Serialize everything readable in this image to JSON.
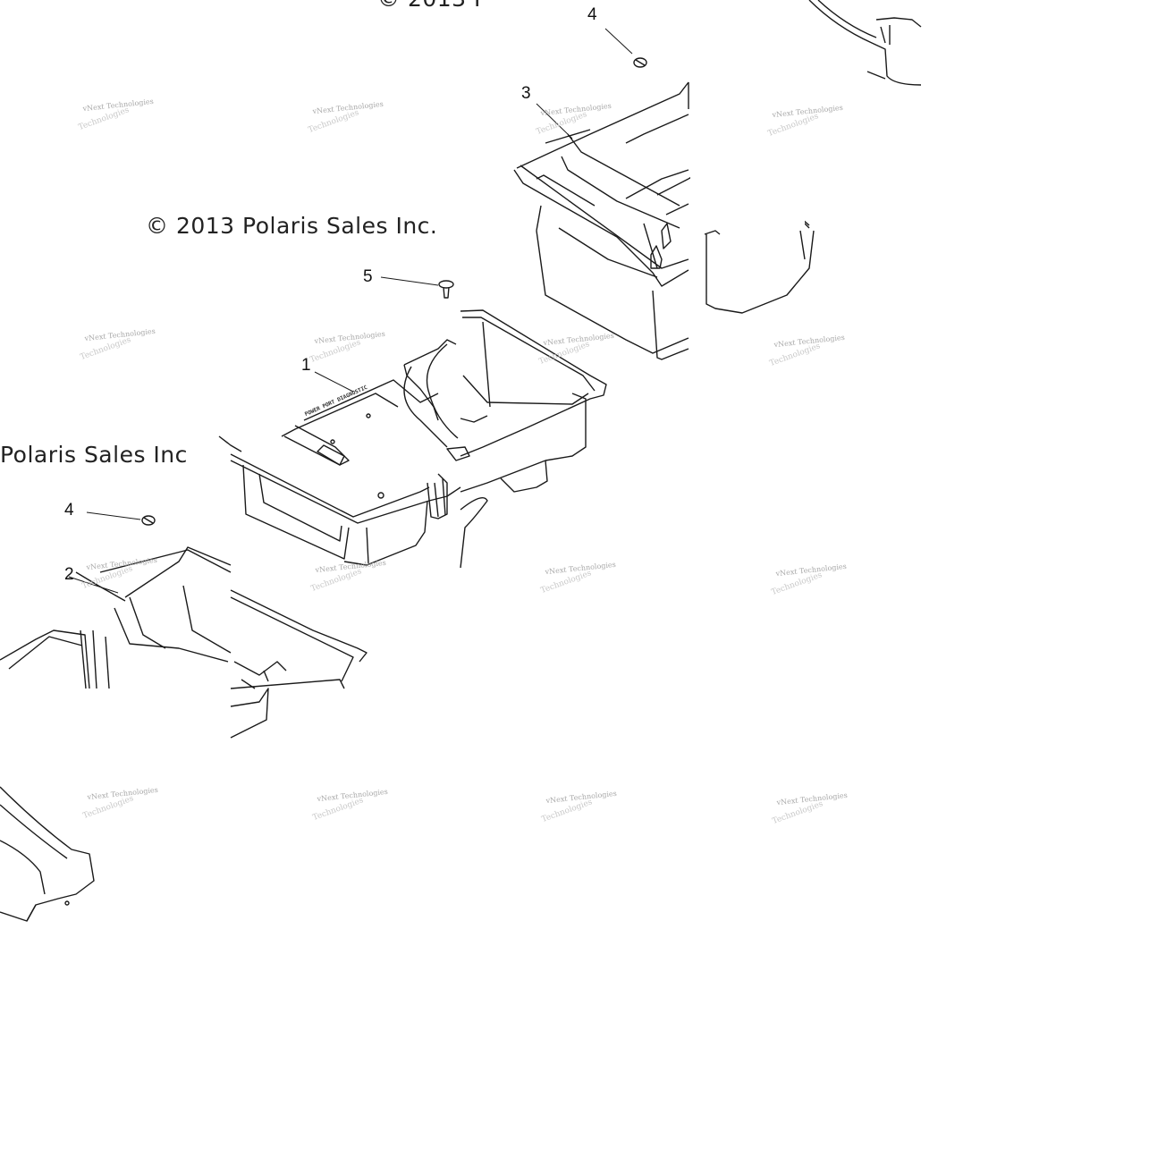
{
  "diagram": {
    "copyright_texts": [
      "© 2013 I",
      "© 2013 Polaris Sales Inc.",
      "Polaris Sales Inc"
    ],
    "callouts": [
      "4",
      "3",
      "5",
      "1",
      "4",
      "2"
    ],
    "watermark": {
      "line1": "vNext Technologies",
      "line2": "Technologies"
    },
    "part_label": "POWER PORT  DIAGNOSTIC"
  }
}
